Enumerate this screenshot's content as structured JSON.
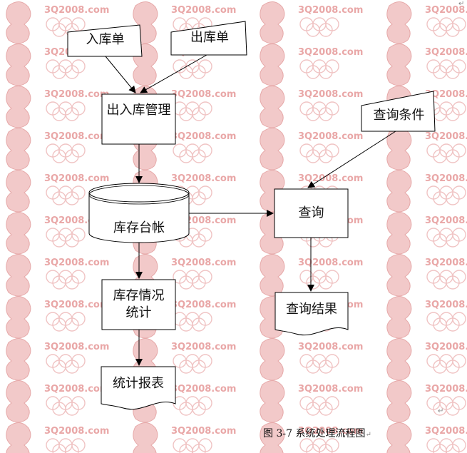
{
  "watermark": {
    "text": "3Q2008.com",
    "color": "#e9a7a7",
    "rings_color": "#f0c4c4"
  },
  "diagram": {
    "input_in_label": "入库单",
    "input_out_label": "出库单",
    "process_manage_label": "出入库管理",
    "ledger_label": "库存台帐",
    "stats_label": "库存情况统计",
    "report_label": "统计报表",
    "query_cond_label": "查询条件",
    "query_label": "查询",
    "query_result_label": "查询结果"
  },
  "caption": "图 3-7 系统处理流程图",
  "paragraph_mark": "↵"
}
